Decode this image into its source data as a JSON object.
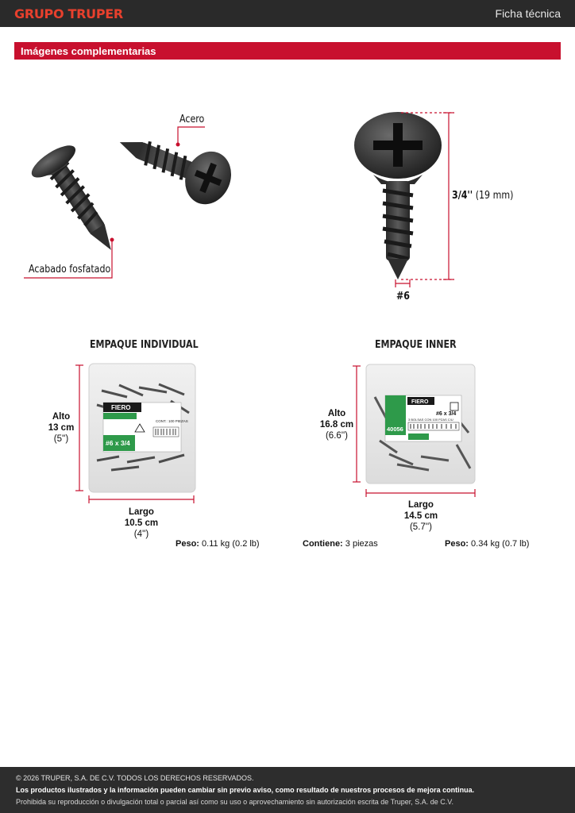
{
  "header": {
    "brand": "GRUPO TRUPER",
    "doc_type": "Ficha técnica"
  },
  "section": {
    "title": "Imágenes complementarias"
  },
  "product_views": {
    "callout_material": "Acero",
    "callout_finish": "Acabado fosfatado",
    "length_bold": "3/4''",
    "length_metric": "(19 mm)",
    "gauge": "#6"
  },
  "individual_package": {
    "heading": "EMPAQUE INDIVIDUAL",
    "height_label": "Alto",
    "height_cm": "13 cm",
    "height_in": "(5'')",
    "width_label": "Largo",
    "width_cm": "10.5 cm",
    "width_in": "(4'')",
    "weight_label": "Peso:",
    "weight_value": "0.11 kg (0.2 lb)",
    "label": {
      "brand": "FIERO",
      "size": "#6 x 3/4",
      "count": "CONT.: 100 PIEZAS"
    }
  },
  "inner_package": {
    "heading": "EMPAQUE INNER",
    "height_label": "Alto",
    "height_cm": "16.8 cm",
    "height_in": "(6.6'')",
    "width_label": "Largo",
    "width_cm": "14.5 cm",
    "width_in": "(5.7'')",
    "contents_label": "Contiene:",
    "contents_value": "3 piezas",
    "weight_label": "Peso:",
    "weight_value": "0.34 kg (0.7 lb)",
    "label": {
      "brand": "FIERO",
      "code": "40056",
      "size": "#6 x 3/4",
      "count": "3 BOLSAS CON 100 PZAS C/U"
    }
  },
  "footer": {
    "copyright": "© 2026 TRUPER, S.A. DE C.V. TODOS LOS DERECHOS RESERVADOS.",
    "notice": "Los productos ilustrados y la información pueden cambiar sin previo aviso, como resultado de nuestros procesos de mejora continua.",
    "legal": "Prohibida su reproducción o divulgación total o parcial así como su uso o aprovechamiento sin autorización escrita de Truper, S.A. de C.V."
  },
  "colors": {
    "brand_red": "#c8102e",
    "logo_orange": "#e8402d",
    "dark_bar": "#2a2a2a",
    "label_green": "#2e9a4a"
  }
}
